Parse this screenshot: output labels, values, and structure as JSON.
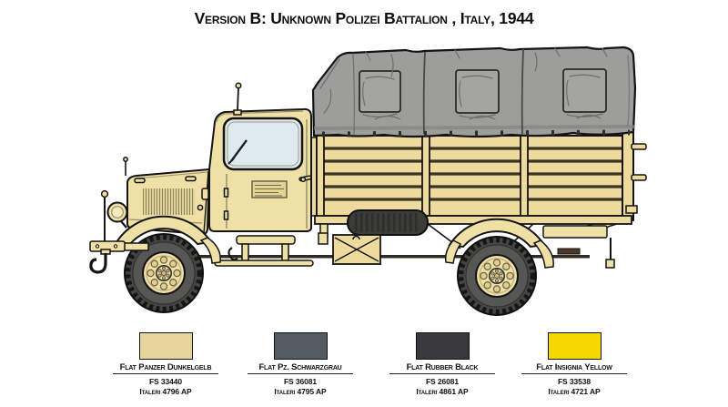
{
  "title": "Version B: Unknown Polizei Battalion , Italy, 1944",
  "illustration": {
    "subject": "German WWII cargo truck, left side view, canvas-covered wooden bed",
    "colors": {
      "body_tan": "#EFE0A6",
      "bed_wood": "#EDDA9C",
      "tarp_gray": "#9D9D9B",
      "tarp_flap": "#A4A4A2",
      "tire_dark": "#454543",
      "spare_tire": "#3C3C3A",
      "window_glass": "#DEE9F0",
      "outline": "#141414"
    }
  },
  "swatches": [
    {
      "name": "Flat Panzer Dunkelgelb",
      "fs": "FS 33440",
      "paint": "Italeri 4796 AP",
      "color": "#E7D69B"
    },
    {
      "name": "Flat Pz. Schwarzgrau",
      "fs": "FS 36081",
      "paint": "Italeri 4795 AP",
      "color": "#545B60"
    },
    {
      "name": "Flat Rubber Black",
      "fs": "FS 26081",
      "paint": "Italeri 4861 AP",
      "color": "#3A3A3C"
    },
    {
      "name": "Flat Insignia Yellow",
      "fs": "FS 33538",
      "paint": "Italeri 4721 AP",
      "color": "#F6D801"
    }
  ]
}
